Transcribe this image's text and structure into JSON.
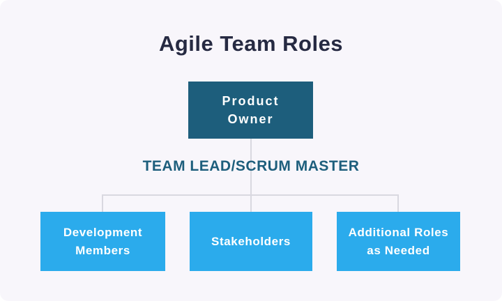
{
  "title": "Agile Team Roles",
  "colors": {
    "page_background": "#ffffff",
    "card_background": "#f8f6fb",
    "root_box": "#1d5e7c",
    "child_box": "#2babec",
    "connector_line": "#d9d8e0",
    "title_text": "#262a42",
    "connector_label_text": "#1d5e7c",
    "box_text": "#ffffff"
  },
  "org_chart": {
    "root": {
      "label": "Product\nOwner"
    },
    "connector_label": "TEAM LEAD/SCRUM MASTER",
    "children": [
      {
        "label": "Development\nMembers"
      },
      {
        "label": "Stakeholders"
      },
      {
        "label": "Additional Roles\nas Needed"
      }
    ]
  }
}
